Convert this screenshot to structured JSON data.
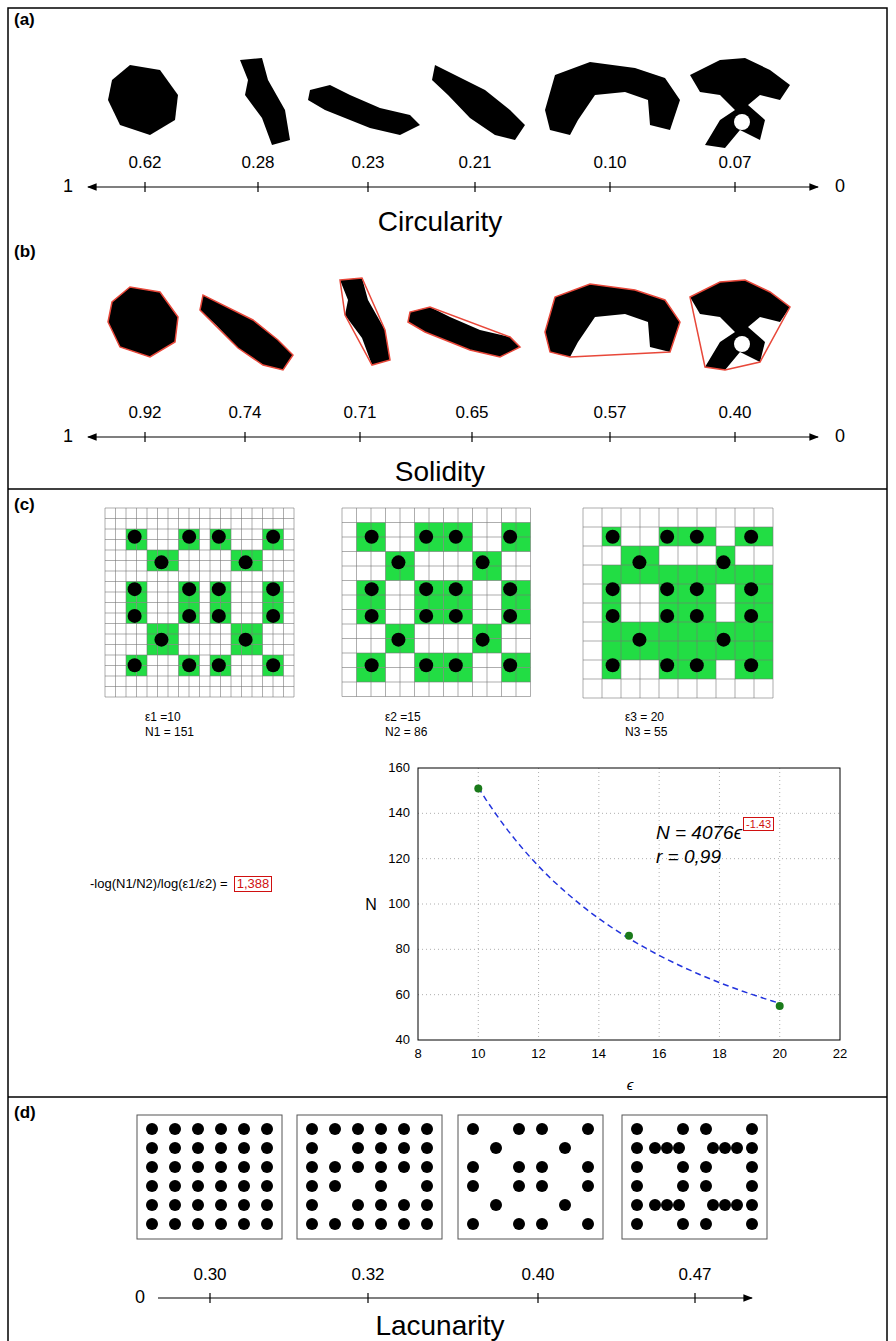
{
  "diagram": {
    "labels": [
      "(a)",
      "0.62",
      "0.28",
      "0.23",
      "0.21",
      "0.10",
      "0.07",
      "1",
      "0",
      "Circularity",
      "(b)",
      "0.92",
      "0.74",
      "0.71",
      "0.65",
      "0.57",
      "0.40",
      "1",
      "0",
      "Solidity",
      "(c)",
      "ε1 =10",
      "N1 = 151",
      "ε2 =15",
      "N2 = 86",
      "ε3 = 20",
      "N3 = 55",
      "-log(N1/N2)/log(ε1/ε2) =",
      "1,388",
      "N = 4076ϵ",
      "-1.43",
      "r = 0,99",
      "160",
      "140",
      "120",
      "100",
      "80",
      "60",
      "40",
      "8",
      "10",
      "12",
      "14",
      "16",
      "18",
      "20",
      "22",
      "N",
      "ϵ",
      "(d)",
      "0.30",
      "0.32",
      "0.40",
      "0.47",
      "0",
      "Lacunarity"
    ]
  }
}
